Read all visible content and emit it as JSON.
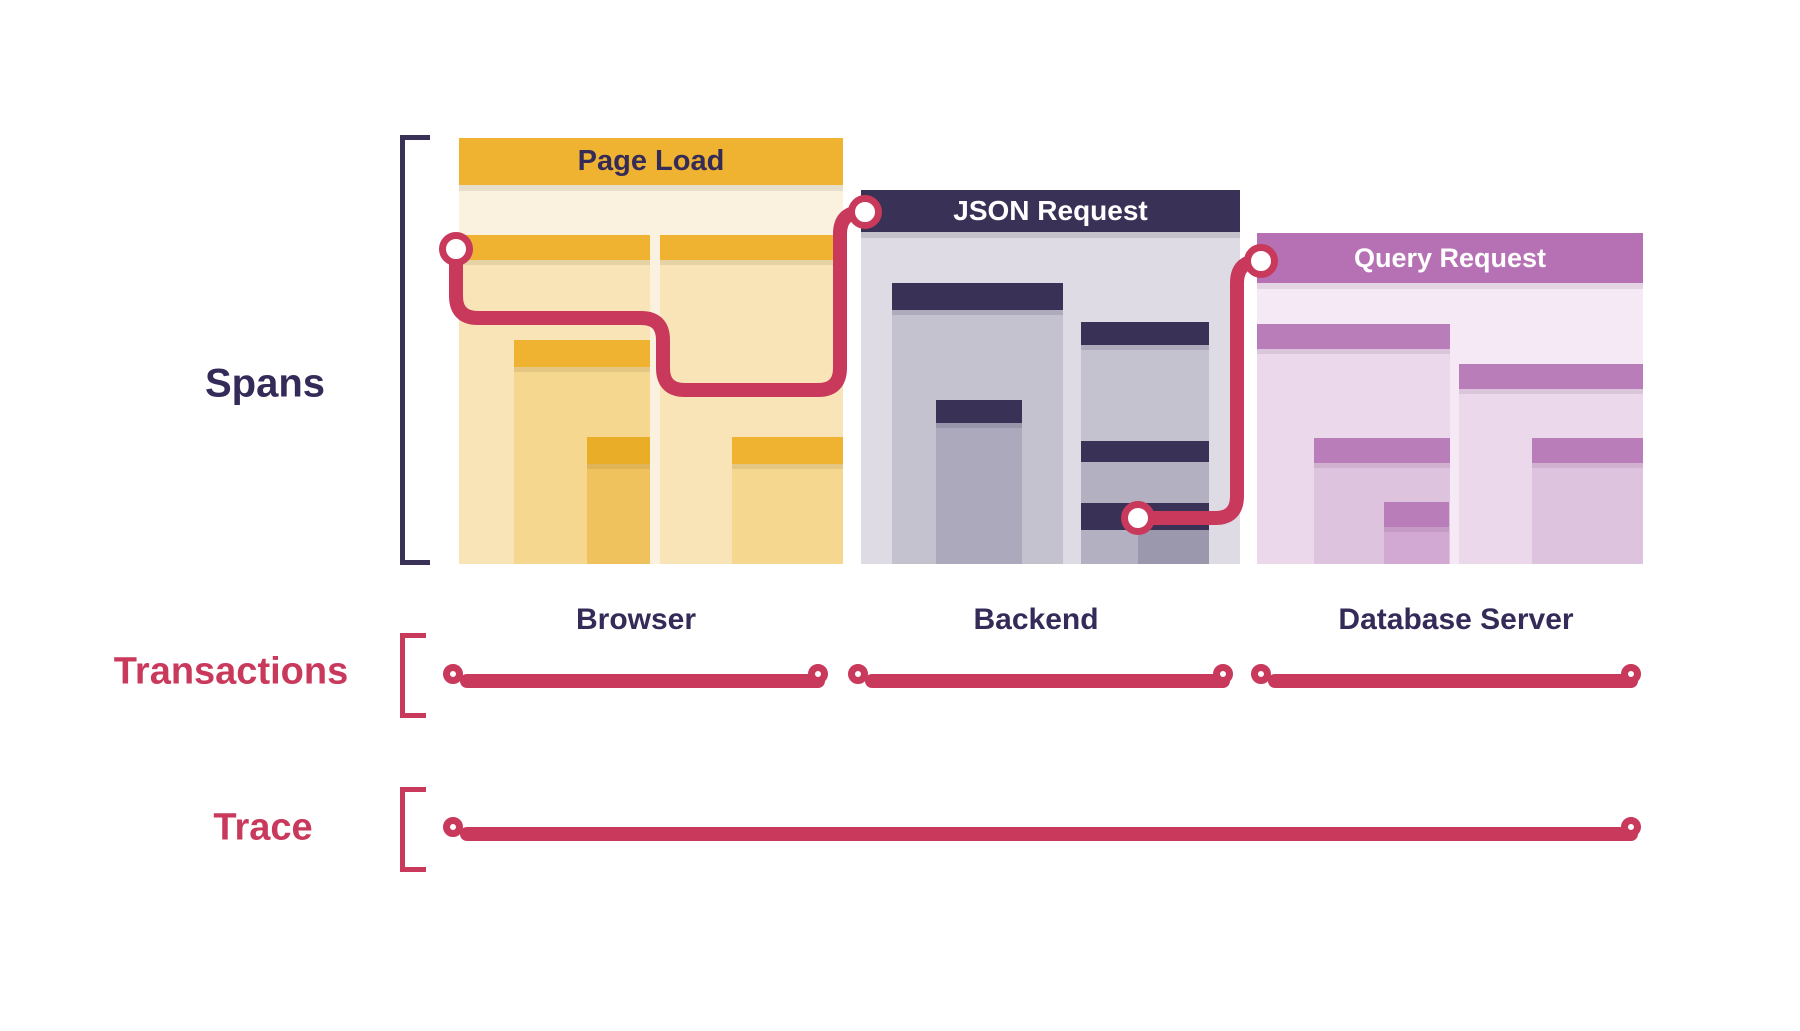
{
  "left_labels": {
    "spans": "Spans",
    "transactions": "Transactions",
    "trace": "Trace"
  },
  "panels": [
    {
      "title": "Page Load",
      "caption": "Browser"
    },
    {
      "title": "JSON Request",
      "caption": "Backend"
    },
    {
      "title": "Query Request",
      "caption": "Database Server"
    }
  ],
  "palette": {
    "red": "#C8395B",
    "navy": "#3A3157",
    "navy-text": "#352B58",
    "gold": "#EFB331",
    "gold-deep": "#EAAD28",
    "cream": "#FAF1DE",
    "cream2": "#F8E4B6",
    "cream3": "#F5D78F",
    "cream4": "#F0C25E",
    "gray1": "#DEDBE4",
    "gray2": "#C5C2D0",
    "gray2b": "#B3B0C2",
    "gray3": "#ACA9BD",
    "gray4": "#9B98AE",
    "mauve": "#B571B3",
    "mauve2": "#B97EB9",
    "pink1": "#F4E9F4",
    "pink2": "#EBD9EB",
    "pink3": "#DEC3DE",
    "pink4": "#D2A9D2"
  }
}
